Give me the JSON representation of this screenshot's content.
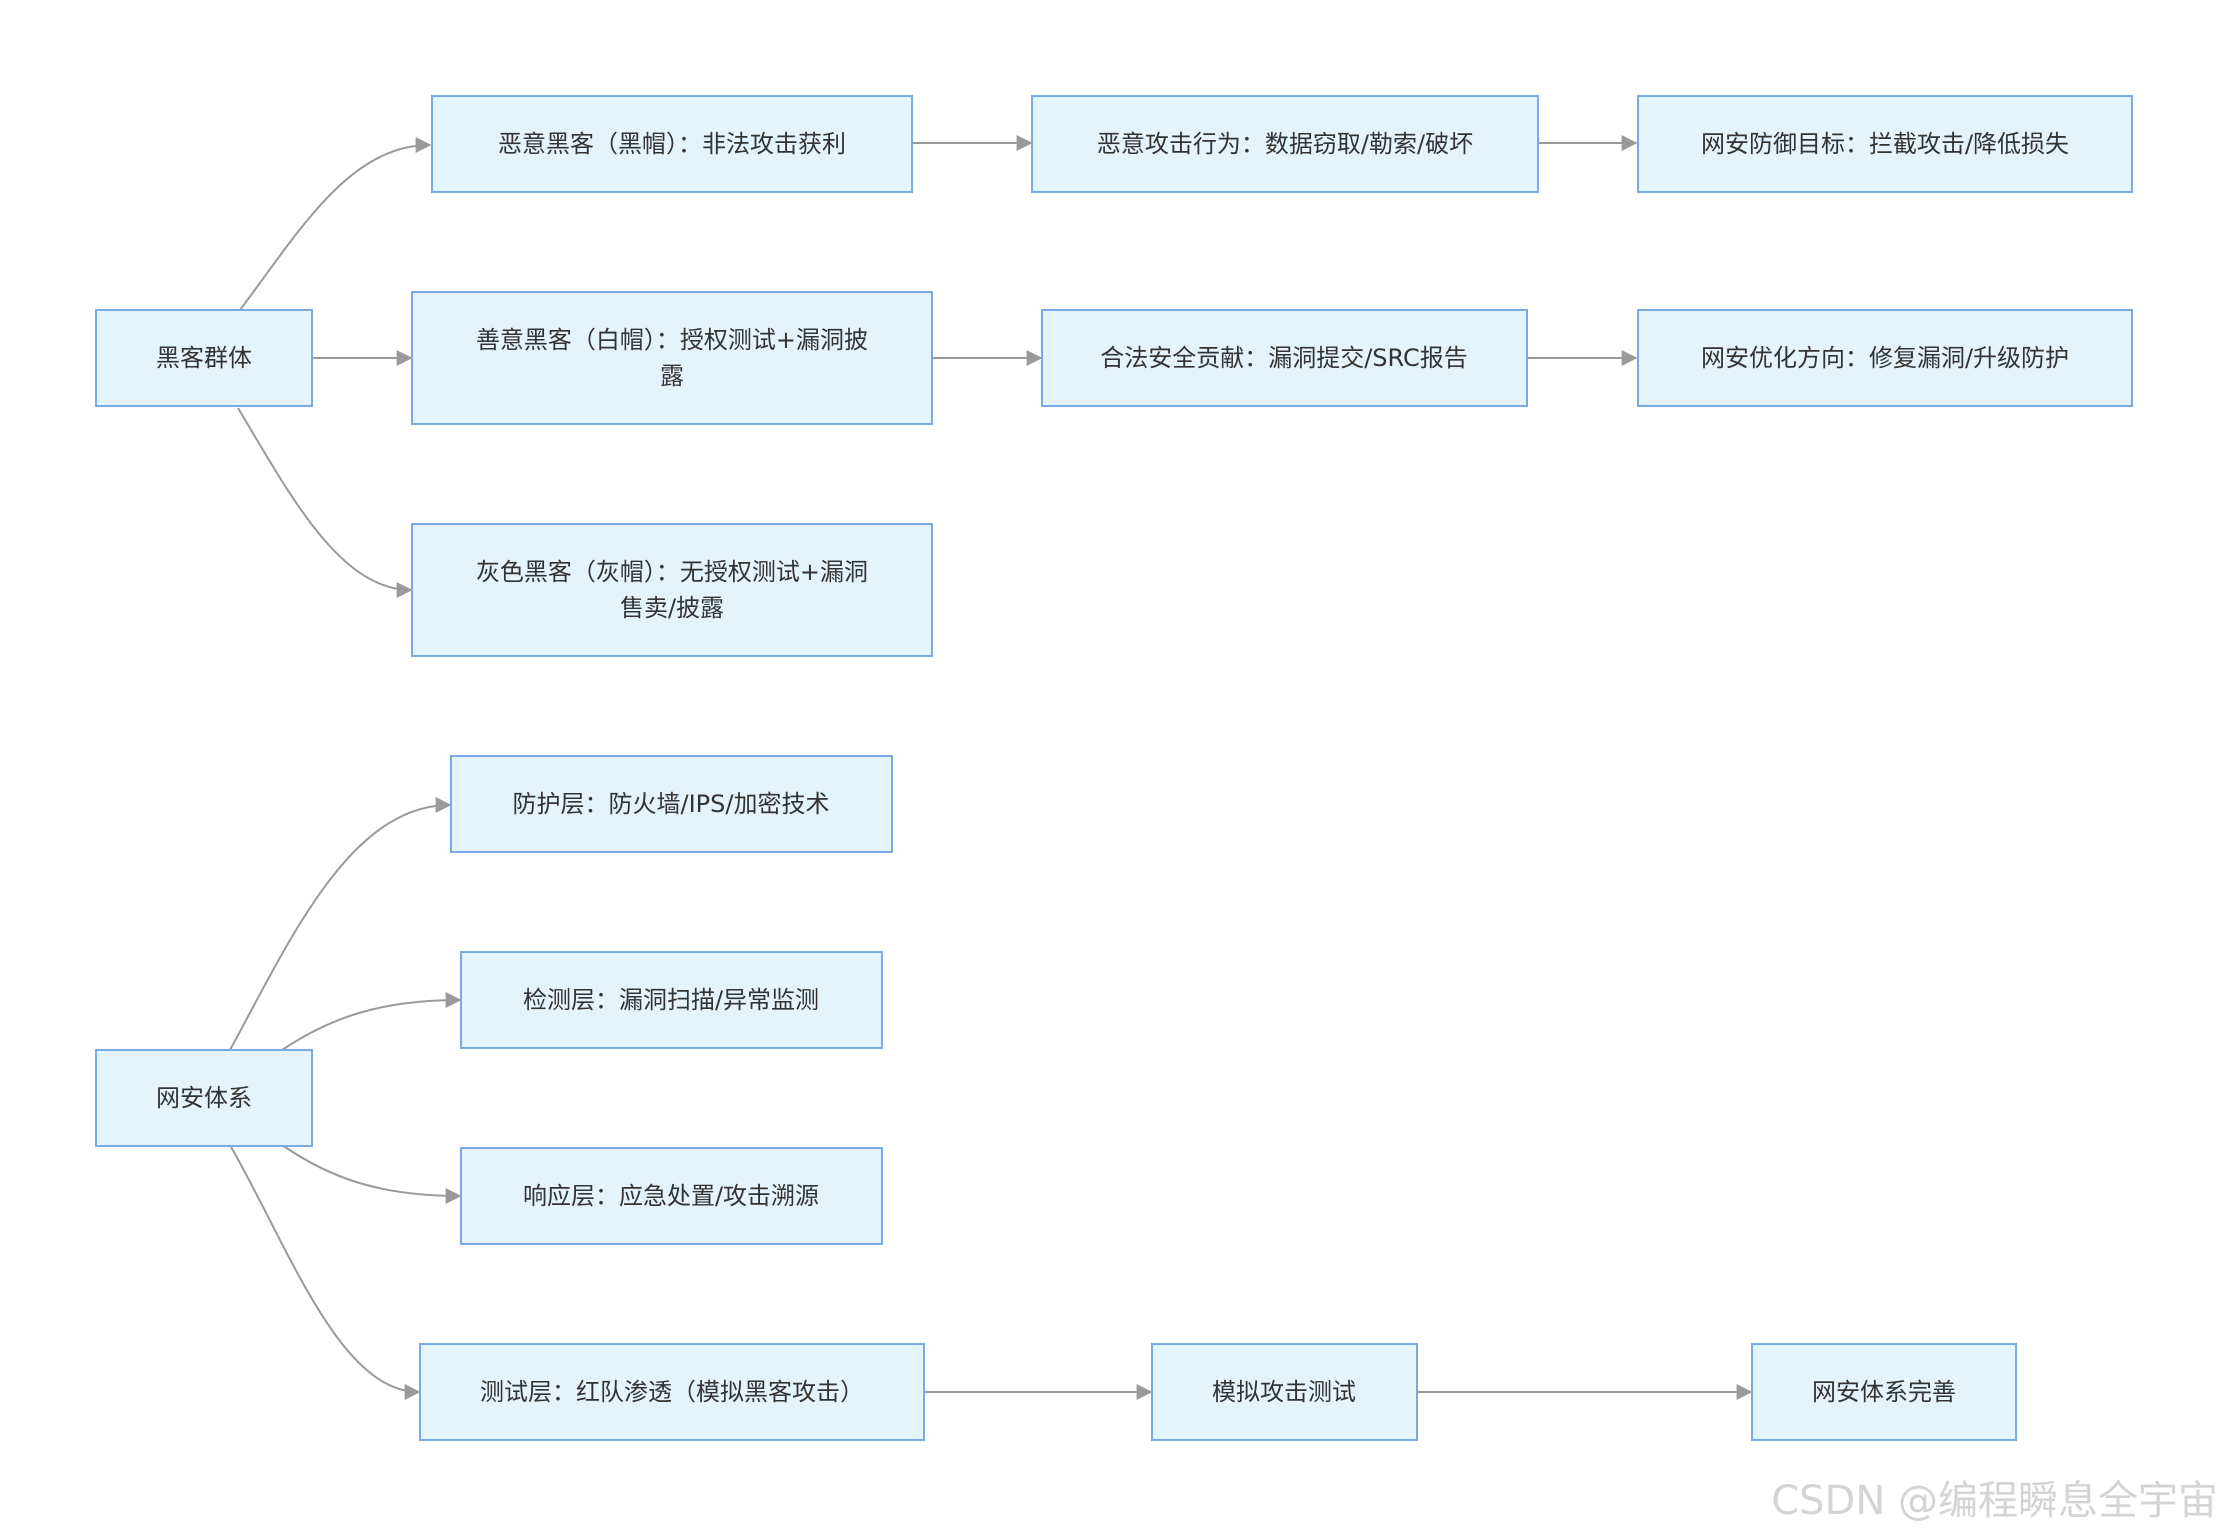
{
  "nodes": {
    "hacker_group": "黑客群体",
    "black_hat": "恶意黑客（黑帽）：非法攻击获利",
    "malicious_behavior": "恶意攻击行为：数据窃取/勒索/破坏",
    "defense_goal": "网安防御目标：拦截攻击/降低损失",
    "white_hat_1": "善意黑客（白帽）：授权测试+漏洞披",
    "white_hat_2": "露",
    "legal_contribution": "合法安全贡献：漏洞提交/SRC报告",
    "optimize_direction": "网安优化方向：修复漏洞/升级防护",
    "gray_hat_1": "灰色黑客（灰帽）：无授权测试+漏洞",
    "gray_hat_2": "售卖/披露",
    "security_system": "网安体系",
    "protection_layer": "防护层：防火墙/IPS/加密技术",
    "detection_layer": "检测层：漏洞扫描/异常监测",
    "response_layer": "响应层：应急处置/攻击溯源",
    "testing_layer": "测试层：红队渗透（模拟黑客攻击）",
    "simulated_test": "模拟攻击测试",
    "system_improve": "网安体系完善"
  },
  "watermark": "CSDN @编程瞬息全宇宙"
}
